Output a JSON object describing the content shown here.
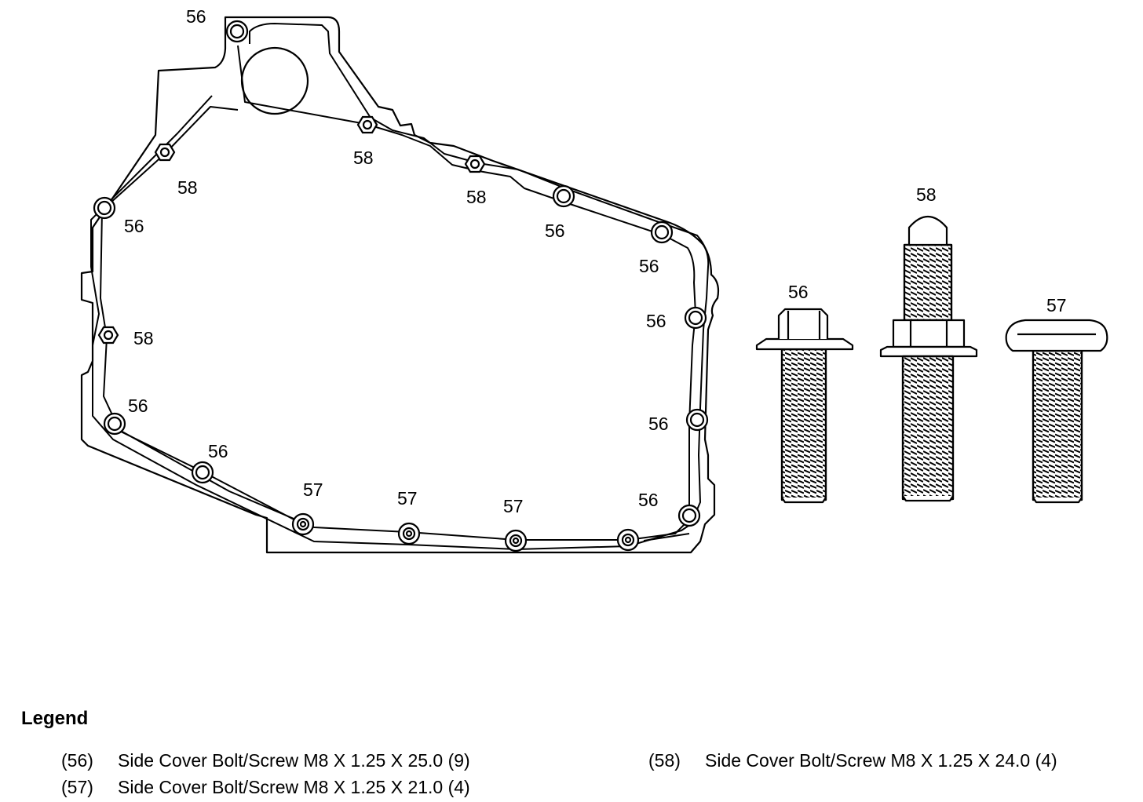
{
  "callouts": {
    "c1": "56",
    "c2": "58",
    "c3": "58",
    "c4": "58",
    "c5": "56",
    "c6": "56",
    "c7": "56",
    "c8": "58",
    "c9": "56",
    "c10": "56",
    "c11": "56",
    "c12": "56",
    "c13": "56",
    "c14": "57",
    "c15": "57",
    "c16": "57",
    "c17": "56"
  },
  "fasteners": {
    "bolt_56_label": "56",
    "stud_58_label": "58",
    "screw_57_label": "57"
  },
  "legend": {
    "title": "Legend",
    "items": [
      {
        "ref": "(56)",
        "text": "Side Cover Bolt/Screw M8 X 1.25 X 25.0 (9)"
      },
      {
        "ref": "(57)",
        "text": "Side Cover Bolt/Screw M8 X 1.25 X 21.0 (4)"
      },
      {
        "ref": "(58)",
        "text": "Side Cover Bolt/Screw M8 X 1.25 X 24.0 (4)"
      }
    ]
  }
}
